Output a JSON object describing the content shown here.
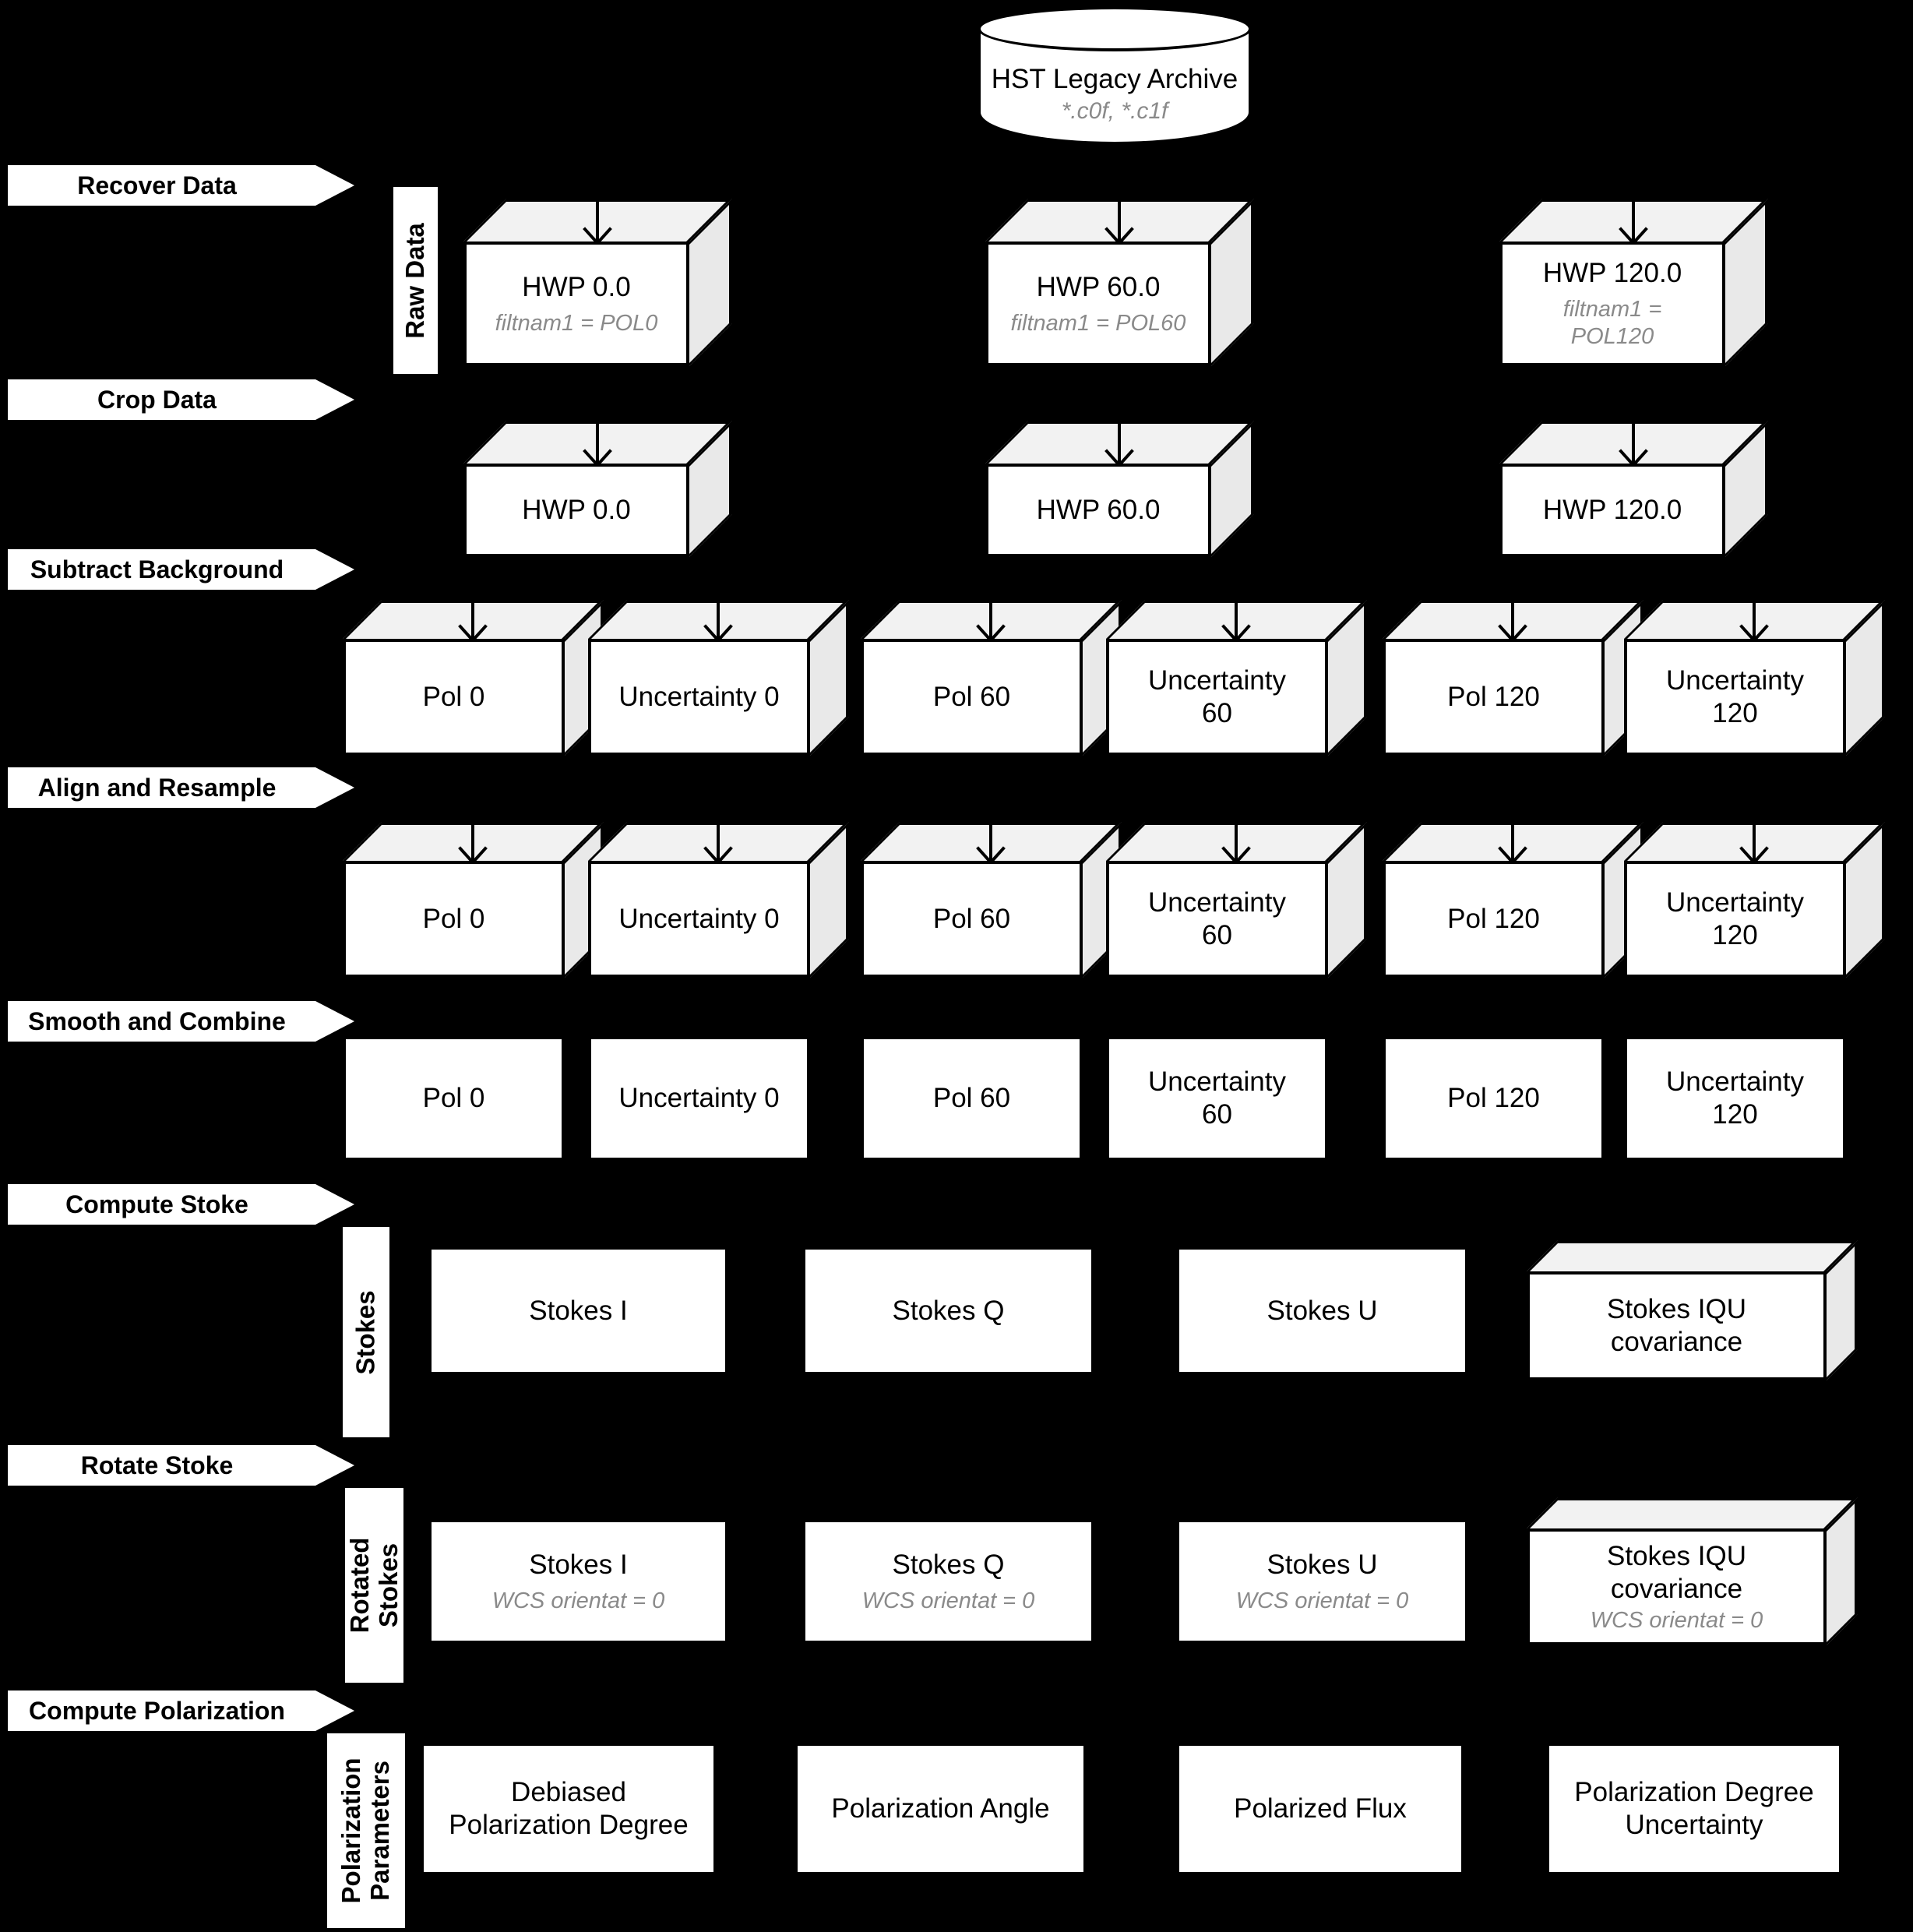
{
  "archive": {
    "title": "HST Legacy Archive",
    "subtitle": "*.c0f, *.c1f"
  },
  "stages": [
    {
      "label": "Recover Data"
    },
    {
      "label": "Crop Data"
    },
    {
      "label": "Subtract Background"
    },
    {
      "label": "Align and Resample"
    },
    {
      "label": "Smooth and Combine"
    },
    {
      "label": "Compute Stoke"
    },
    {
      "label": "Rotate Stoke"
    },
    {
      "label": "Compute Polarization"
    }
  ],
  "group_labels": {
    "raw": "Raw Data",
    "stokes": "Stokes",
    "rotated": "Rotated Stokes",
    "polparams": "Polarization Parameters"
  },
  "rows": {
    "raw": [
      {
        "label": "HWP 0.0",
        "sub": "filtnam1 = POL0"
      },
      {
        "label": "HWP 60.0",
        "sub": "filtnam1 = POL60"
      },
      {
        "label": "HWP 120.0",
        "sub": "filtnam1 = POL120"
      }
    ],
    "crop": [
      {
        "label": "HWP 0.0"
      },
      {
        "label": "HWP 60.0"
      },
      {
        "label": "HWP 120.0"
      }
    ],
    "subtract": [
      {
        "label": "Pol 0"
      },
      {
        "label": "Uncertainty 0"
      },
      {
        "label": "Pol 60"
      },
      {
        "label": "Uncertainty 60"
      },
      {
        "label": "Pol 120"
      },
      {
        "label": "Uncertainty 120"
      }
    ],
    "align": [
      {
        "label": "Pol 0"
      },
      {
        "label": "Uncertainty 0"
      },
      {
        "label": "Pol 60"
      },
      {
        "label": "Uncertainty 60"
      },
      {
        "label": "Pol 120"
      },
      {
        "label": "Uncertainty 120"
      }
    ],
    "smooth": [
      {
        "label": "Pol 0"
      },
      {
        "label": "Uncertainty 0"
      },
      {
        "label": "Pol 60"
      },
      {
        "label": "Uncertainty 60"
      },
      {
        "label": "Pol 120"
      },
      {
        "label": "Uncertainty 120"
      }
    ],
    "stokes": [
      {
        "label": "Stokes I"
      },
      {
        "label": "Stokes Q"
      },
      {
        "label": "Stokes U"
      },
      {
        "label": "Stokes IQU covariance"
      }
    ],
    "rotated": [
      {
        "label": "Stokes I",
        "sub": "WCS orientat = 0"
      },
      {
        "label": "Stokes Q",
        "sub": "WCS orientat = 0"
      },
      {
        "label": "Stokes U",
        "sub": "WCS orientat = 0"
      },
      {
        "label": "Stokes IQU covariance",
        "sub": "WCS orientat = 0"
      }
    ],
    "polparams": [
      {
        "label": "Debiased Polarization Degree"
      },
      {
        "label": "Polarization Angle"
      },
      {
        "label": "Polarized Flux"
      },
      {
        "label": "Polarization Degree Uncertainty"
      }
    ]
  },
  "colors": {
    "background": "#000000",
    "box_fill": "#ffffff",
    "box_top": "#f2f2f2",
    "box_side": "#e9e9e9",
    "stroke": "#000000",
    "sub_text": "#8a8a8a"
  }
}
